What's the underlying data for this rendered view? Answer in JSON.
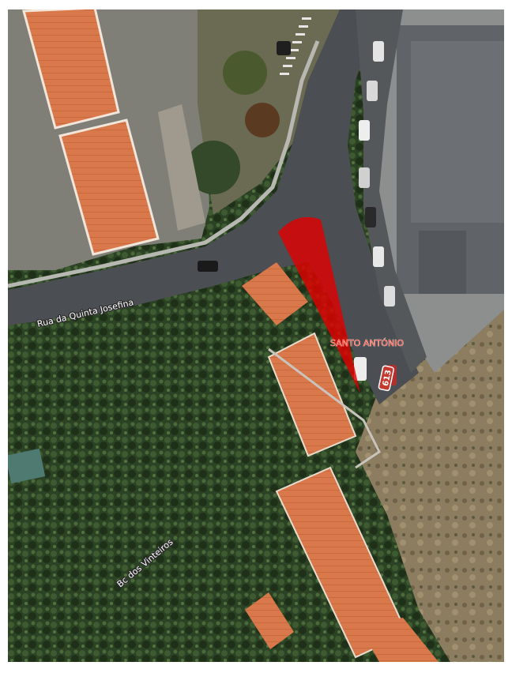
{
  "map": {
    "type": "satellite-imagery",
    "labels": {
      "street_1": "Rua da Quinta Josefina",
      "street_2": "Bc dos Vinteiros",
      "place": "SANTO ANTÓNIO",
      "road_number": "613"
    },
    "marker": {
      "type": "view-cone",
      "color": "#e00000"
    },
    "colors": {
      "roof": "#d9784a",
      "vegetation": "#2e4526",
      "road": "#4a4d52",
      "pavement": "#9a9a96",
      "dirt": "#8a7a5e"
    }
  }
}
